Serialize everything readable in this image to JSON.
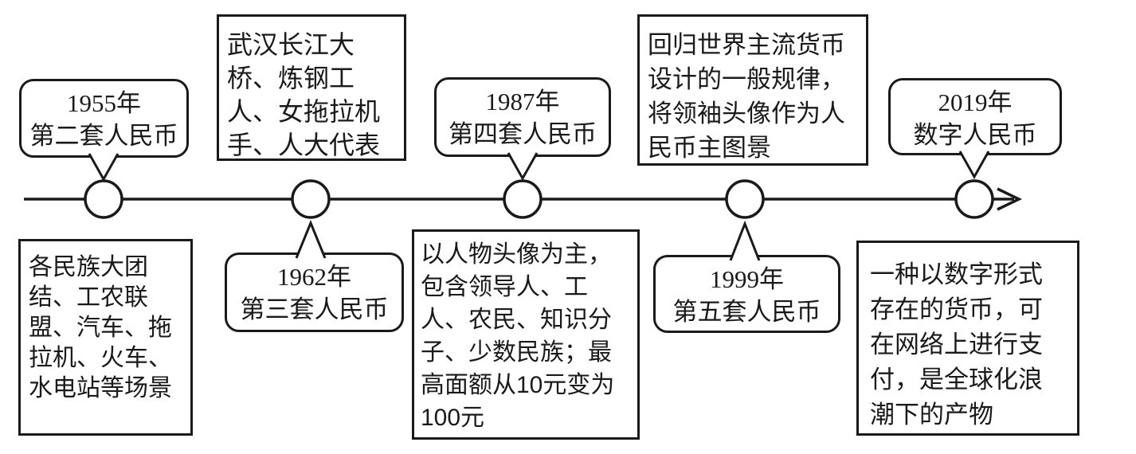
{
  "timeline": {
    "axis": {
      "direction": "right-arrow",
      "stroke_color": "#1a1a1a",
      "background_color": "#ffffff"
    },
    "events": [
      {
        "year": "1955年",
        "label": "第二套人民币",
        "callout_position": "above"
      },
      {
        "year": "1962年",
        "label": "第三套人民币",
        "callout_position": "below"
      },
      {
        "year": "1987年",
        "label": "第四套人民币",
        "callout_position": "above"
      },
      {
        "year": "1999年",
        "label": "第五套人民币",
        "callout_position": "below"
      },
      {
        "year": "2019年",
        "label": "数字人民币",
        "callout_position": "above"
      }
    ],
    "notes": [
      {
        "for_event": "1955年",
        "position": "below-timeline",
        "text": "各民族大团\n结、工农联\n盟、汽车、拖\n拉机、火车、\n水电站等场景"
      },
      {
        "for_event": "1962年",
        "position": "above-timeline",
        "text": "武汉长江大\n桥、炼钢工\n人、女拖拉机\n手、人大代表"
      },
      {
        "for_event": "1987年",
        "position": "below-timeline",
        "text": "以人物头像为主，\n包含领导人、工\n人、农民、知识分\n子、少数民族；最\n高面额从10元变为\n100元"
      },
      {
        "for_event": "1999年",
        "position": "above-timeline",
        "text": "回归世界主流货币\n设计的一般规律，\n将领袖头像作为人\n民币主图景"
      },
      {
        "for_event": "2019年",
        "position": "below-timeline",
        "text": "一种以数字形式\n存在的货币，可\n在网络上进行支\n付，是全球化浪\n潮下的产物"
      }
    ]
  }
}
